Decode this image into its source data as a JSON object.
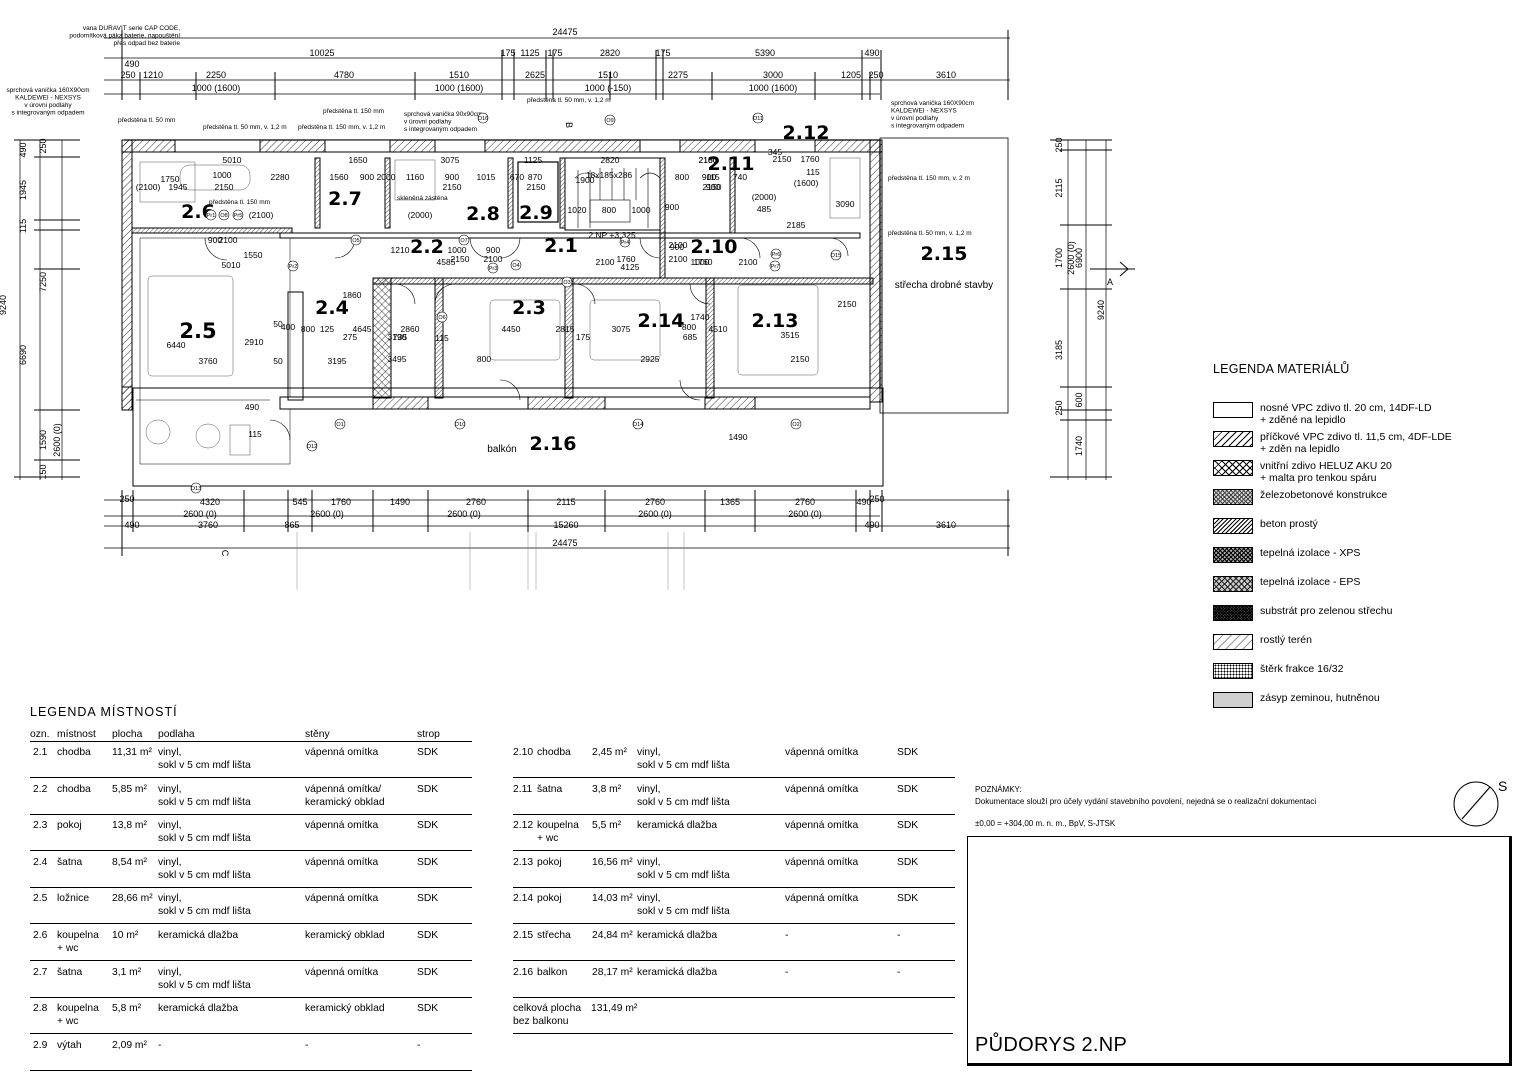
{
  "plan": {
    "rooms": [
      {
        "id": "2.1"
      },
      {
        "id": "2.2"
      },
      {
        "id": "2.3"
      },
      {
        "id": "2.4"
      },
      {
        "id": "2.5"
      },
      {
        "id": "2.6"
      },
      {
        "id": "2.7"
      },
      {
        "id": "2.8"
      },
      {
        "id": "2.9"
      },
      {
        "id": "2.10"
      },
      {
        "id": "2.11"
      },
      {
        "id": "2.12"
      },
      {
        "id": "2.13"
      },
      {
        "id": "2.14"
      },
      {
        "id": "2.15"
      },
      {
        "id": "2.16"
      }
    ],
    "labels": {
      "roof_small_building": "střecha drobné stavby",
      "balcony": "balkón",
      "floor_level": "2.NP +3,325",
      "stair": "18x185x286",
      "section_a": "A",
      "section_c": "C",
      "section_b": "B"
    },
    "notes_top": [
      "vana DURAVIT serie CAP CODE,\npodomítková páka baterie, napouštění\npřes odpad bez baterie",
      "sprchová vanička 160X90cm\nKALDEWEI - NEXSYS\nv úrovni podlahy\ns integrovaným odpadem",
      "předstěna tl. 50 mm",
      "předstěna tl. 50 mm, v. 1,2 m",
      "předstěna tl. 150 mm",
      "předstěna tl. 150 mm, v. 1,2 m",
      "sprchová vanička 90x90cm\nv úrovni podlahy\ns integrovaným odpadem",
      "předstěna tl. 50 mm, v. 1,2 m",
      "sprchová vanička 160X90cm\nKALDEWEI - NEXSYS\nv úrovni podlahy\ns integrovaným odpadem",
      "předstěna tl. 150 mm, v. 2 m",
      "předstěna tl. 50 mm, v. 1,2 m",
      "předstěna tl. 150 mm",
      "skleněná zástěna"
    ],
    "dims_top_total": "24475",
    "dims_top_row1": [
      "10025",
      "175",
      "1125",
      "175",
      "2820",
      "175",
      "5390",
      "490"
    ],
    "dims_top_row2": [
      "490",
      "250",
      "1210",
      "2250",
      "4780",
      "1510",
      "2625",
      "1510",
      "2275",
      "3000",
      "1205",
      "250",
      "3610"
    ],
    "dims_top_row3": [
      "1000 (1600)",
      "1000 (1600)",
      "1000 (-150)",
      "1000 (1600)"
    ],
    "dims_bottom_row1": [
      "250",
      "4320",
      "545",
      "1760",
      "1490",
      "2760",
      "2115",
      "2760",
      "1365",
      "2760",
      "490",
      "250"
    ],
    "dims_bottom_row2": [
      "2600 (0)",
      "2600 (0)",
      "2600 (0)",
      "2600 (0)",
      "2600 (0)"
    ],
    "dims_bottom_row3": [
      "490",
      "3760",
      "865",
      "15260",
      "490",
      "3610"
    ],
    "dims_bottom_total": "24475",
    "dims_left": [
      "490",
      "250",
      "1945",
      "115",
      "7250",
      "9240",
      "6690",
      "1590",
      "2600 (0)",
      "150"
    ],
    "dims_right": [
      "250",
      "2115",
      "1700",
      "2600 (0)",
      "6900",
      "9240",
      "3185",
      "250",
      "600",
      "1740"
    ],
    "inner_dims": [
      "5010",
      "2150",
      "1750",
      "1000",
      "2280",
      "(2100)",
      "1945",
      "900",
      "2100",
      "(2100)",
      "5010",
      "1550",
      "3760",
      "6440",
      "2910",
      "50",
      "400",
      "800",
      "125",
      "490",
      "50",
      "3195",
      "1650",
      "1560",
      "900",
      "2000",
      "1160",
      "3075",
      "900",
      "2150",
      "1015",
      "(2000)",
      "1125",
      "670",
      "870",
      "2150",
      "1020",
      "800",
      "2820",
      "1900",
      "2180",
      "900",
      "2150",
      "1760",
      "1000",
      "900",
      "2100",
      "4585",
      "1210",
      "1000",
      "2150",
      "900",
      "2100",
      "2100",
      "2100",
      "4125",
      "1000",
      "1760",
      "900",
      "2100",
      "2150",
      "1760",
      "115",
      "3090",
      "(1600)",
      "(2000)",
      "485",
      "800",
      "2100",
      "740",
      "2185",
      "345",
      "115",
      "900",
      "2150",
      "4645",
      "1860",
      "275",
      "2860",
      "735",
      "3190",
      "115",
      "800",
      "4450",
      "2815",
      "175",
      "3075",
      "2925",
      "4510",
      "685",
      "800",
      "2150",
      "3515",
      "3495",
      "115",
      "1490",
      "1740"
    ],
    "tags": [
      "O1",
      "O2",
      "O3",
      "O4",
      "O5",
      "O6",
      "O7",
      "O8",
      "O9",
      "O10",
      "O11",
      "O12",
      "O13",
      "O14",
      "O15",
      "O16",
      "Pr1",
      "Pr2",
      "Pr3",
      "Pr4",
      "Pr5",
      "Pr6",
      "Pr7"
    ]
  },
  "legend_materials": {
    "title": "LEGENDA MATERIÁLŮ",
    "items": [
      {
        "label": "nosné VPC zdivo tl. 20 cm, 14DF-LD\n+ zděné na lepidlo",
        "pattern": "none"
      },
      {
        "label": "příčkové VPC zdivo tl. 11,5 cm, 4DF-LDE\n+ zděn na lepidlo",
        "pattern": "diag"
      },
      {
        "label": "vnitřní zdivo HELUZ AKU 20\n+ malta pro tenkou spáru",
        "pattern": "cross"
      },
      {
        "label": "železobetonové konstrukce",
        "pattern": "crossfine"
      },
      {
        "label": "beton prostý",
        "pattern": "diagdense"
      },
      {
        "label": "tepelná izolace - XPS",
        "pattern": "crossdense"
      },
      {
        "label": "tepelná izolace - EPS",
        "pattern": "crossmid"
      },
      {
        "label": "substrát pro zelenou střechu",
        "pattern": "dark"
      },
      {
        "label": "rostlý terén",
        "pattern": "diaglight"
      },
      {
        "label": "štěrk frakce 16/32",
        "pattern": "dots"
      },
      {
        "label": "zásyp zeminou, hutněnou",
        "pattern": "dotsfine"
      }
    ]
  },
  "legend_rooms": {
    "title": "LEGENDA MÍSTNOSTÍ",
    "headers": {
      "id": "ozn.",
      "room": "místnost",
      "area": "plocha",
      "floor": "podlaha",
      "walls": "stěny",
      "ceiling": "strop"
    },
    "left": [
      {
        "id": "2.1",
        "room": "chodba",
        "area": "11,31 m²",
        "floor": "vinyl,\nsokl v 5 cm mdf lišta",
        "walls": "vápenná omítka",
        "ceiling": "SDK"
      },
      {
        "id": "2.2",
        "room": "chodba",
        "area": "5,85 m²",
        "floor": "vinyl,\nsokl v 5 cm mdf lišta",
        "walls": "vápenná omítka/\nkeramický obklad",
        "ceiling": "SDK"
      },
      {
        "id": "2.3",
        "room": "pokoj",
        "area": "13,8 m²",
        "floor": "vinyl,\nsokl v 5 cm mdf lišta",
        "walls": "vápenná omítka",
        "ceiling": "SDK"
      },
      {
        "id": "2.4",
        "room": "šatna",
        "area": "8,54 m²",
        "floor": "vinyl,\nsokl v 5 cm mdf lišta",
        "walls": "vápenná omítka",
        "ceiling": "SDK"
      },
      {
        "id": "2.5",
        "room": "ložnice",
        "area": "28,66 m²",
        "floor": "vinyl,\nsokl v 5 cm mdf lišta",
        "walls": "vápenná omítka",
        "ceiling": "SDK"
      },
      {
        "id": "2.6",
        "room": "koupelna\n+ wc",
        "area": "10 m²",
        "floor": "keramická dlažba",
        "walls": "keramický obklad",
        "ceiling": "SDK"
      },
      {
        "id": "2.7",
        "room": "šatna",
        "area": "3,1 m²",
        "floor": "vinyl,\nsokl v 5 cm mdf lišta",
        "walls": "vápenná omítka",
        "ceiling": "SDK"
      },
      {
        "id": "2.8",
        "room": "koupelna\n+ wc",
        "area": "5,8 m²",
        "floor": "keramická dlažba",
        "walls": "keramický obklad",
        "ceiling": "SDK"
      },
      {
        "id": "2.9",
        "room": "výtah",
        "area": "2,09 m²",
        "floor": "-",
        "walls": "-",
        "ceiling": "-"
      }
    ],
    "right": [
      {
        "id": "2.10",
        "room": "chodba",
        "area": "2,45 m²",
        "floor": "vinyl,\nsokl v 5 cm mdf lišta",
        "walls": "vápenná omítka",
        "ceiling": "SDK"
      },
      {
        "id": "2.11",
        "room": "šatna",
        "area": "3,8 m²",
        "floor": "vinyl,\nsokl v 5 cm mdf lišta",
        "walls": "vápenná omítka",
        "ceiling": "SDK"
      },
      {
        "id": "2.12",
        "room": "koupelna\n+ wc",
        "area": "5,5 m²",
        "floor": "keramická dlažba",
        "walls": "vápenná omítka",
        "ceiling": "SDK"
      },
      {
        "id": "2.13",
        "room": "pokoj",
        "area": "16,56 m²",
        "floor": "vinyl,\nsokl v 5 cm mdf lišta",
        "walls": "vápenná omítka",
        "ceiling": "SDK"
      },
      {
        "id": "2.14",
        "room": "pokoj",
        "area": "14,03 m²",
        "floor": "vinyl,\nsokl v 5 cm mdf lišta",
        "walls": "vápenná omítka",
        "ceiling": "SDK"
      },
      {
        "id": "2.15",
        "room": "střecha",
        "area": "24,84 m²",
        "floor": "keramická dlažba",
        "walls": "-",
        "ceiling": "-"
      },
      {
        "id": "2.16",
        "room": "balkon",
        "area": "28,17 m²",
        "floor": "keramická dlažba",
        "walls": "-",
        "ceiling": "-"
      }
    ],
    "total_label": "celková plocha\nbez balkonu",
    "total_value": "131,49 m²"
  },
  "notes": {
    "title": "POZNÁMKY:",
    "line1": "Dokumentace slouží pro účely vydání stavebního povolení, nejedná se o realizační dokumentaci",
    "line2": "±0,00 = +304,00 m. n. m., BpV, S-JTSK"
  },
  "north": {
    "label": "S"
  },
  "title_block": {
    "title": "PŮDORYS 2.NP"
  }
}
